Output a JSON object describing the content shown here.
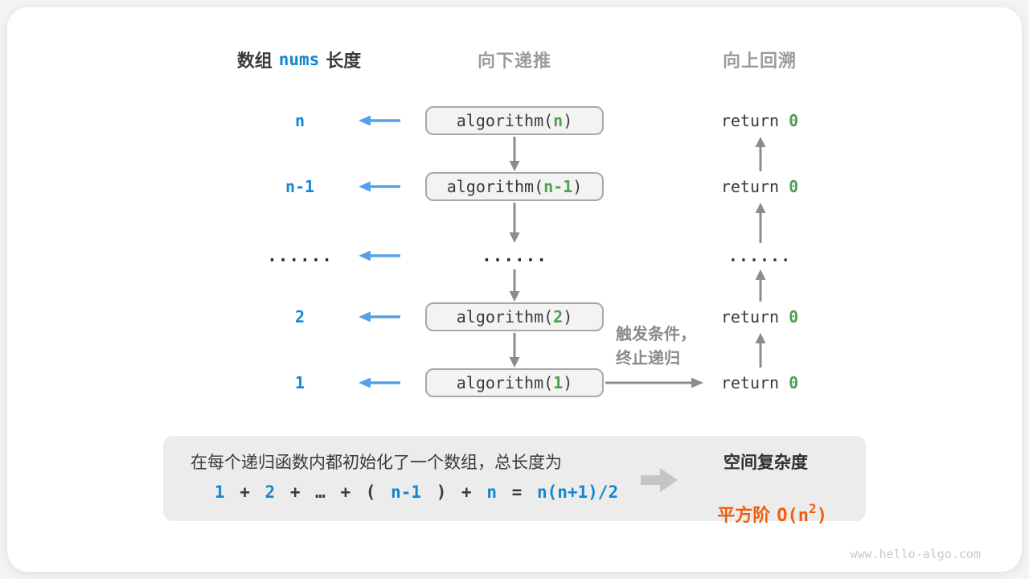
{
  "colors": {
    "blue": "#1287d1",
    "light_blue": "#55a0e8",
    "green": "#4fa052",
    "orange": "#f25c0a",
    "dark": "#3a3a3a",
    "gray_head": "#9b9b9b",
    "gray_note": "#8a8a8a",
    "arrow_gray": "#8c8c8c",
    "panel_bg": "#ececec"
  },
  "headers": {
    "left_prefix": "数组",
    "left_code": "nums",
    "left_suffix": "长度",
    "middle": "向下递推",
    "right": "向上回溯"
  },
  "rows": [
    {
      "length": "n",
      "call_head": "algorithm(",
      "call_arg": "n",
      "call_tail": ")",
      "ret_kw": "return",
      "ret_val": "0"
    },
    {
      "length": "n-1",
      "call_head": "algorithm(",
      "call_arg": "n-1",
      "call_tail": ")",
      "ret_kw": "return",
      "ret_val": "0"
    },
    {
      "length": "......",
      "call_dots": "......",
      "ret_dots": "......"
    },
    {
      "length": "2",
      "call_head": "algorithm(",
      "call_arg": "2",
      "call_tail": ")",
      "ret_kw": "return",
      "ret_val": "0"
    },
    {
      "length": "1",
      "call_head": "algorithm(",
      "call_arg": "1",
      "call_tail": ")",
      "ret_kw": "return",
      "ret_val": "0"
    }
  ],
  "base_case_note": {
    "line1": "触发条件，",
    "line2": "终止递归"
  },
  "summary": {
    "description": "在每个递归函数内都初始化了一个数组，总长度为",
    "formula_tokens": [
      {
        "text": "1",
        "c": "blue"
      },
      {
        "text": "+",
        "c": "dark"
      },
      {
        "text": "2",
        "c": "blue"
      },
      {
        "text": "+",
        "c": "dark"
      },
      {
        "text": "…",
        "c": "dark"
      },
      {
        "text": "+",
        "c": "dark"
      },
      {
        "text": "(",
        "c": "dark"
      },
      {
        "text": "n-1",
        "c": "blue"
      },
      {
        "text": ")",
        "c": "dark"
      },
      {
        "text": "+",
        "c": "dark"
      },
      {
        "text": "n",
        "c": "blue"
      },
      {
        "text": "=",
        "c": "dark"
      },
      {
        "text": "n(n+1)/2",
        "c": "blue"
      }
    ],
    "result_title": "空间复杂度",
    "result_label": "平方阶",
    "result_o_head": "O(n",
    "result_exponent": "2",
    "result_o_tail": ")"
  },
  "watermark": "www.hello-algo.com"
}
